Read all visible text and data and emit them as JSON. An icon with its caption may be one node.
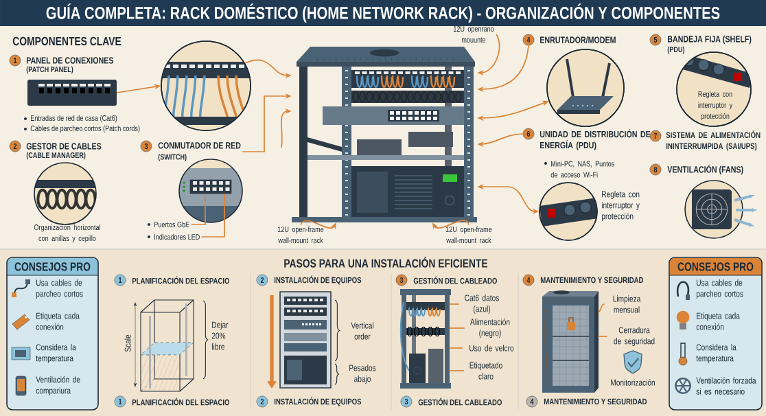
{
  "diagram": {
    "title": "GUÍA COMPLETA: RACK DOMÉSTICO (HOME NETWORK RACK) - ORGANIZACIÓN Y COMPONENTES",
    "nodes": [
      {
        "text": [
          "1"
        ]
      },
      {
        "text": [],
        "shape": "picture"
      },
      {
        "text": [],
        "shape": "circle"
      },
      {
        "text": [
          "2"
        ]
      },
      {
        "text": [
          "3"
        ]
      },
      {
        "text": [
          "CONMUTADOR DE RED",
          "(SWITCH)"
        ]
      },
      {
        "text": [],
        "shape": "box"
      },
      {
        "text": [
          "Puertos GbE"
        ]
      },
      {
        "text": [
          "Indicadores LED"
        ]
      },
      {
        "text": [
          "12U open-frame wall-mount rack"
        ]
      },
      {
        "text": [],
        "shape": "picture"
      },
      {
        "text": [
          "12U openrano mouunte"
        ]
      },
      {
        "text": [
          "12U open-frame wall-mount rack"
        ]
      },
      {
        "text": [
          "4"
        ]
      },
      {
        "text": [
          "ENRUTADOR/MODEM"
        ]
      },
      {
        "text": [],
        "shape": "circle"
      },
      {
        "text": [
          "5"
        ]
      },
      {
        "text": [
          "Regleta con interruptor y protección"
        ]
      },
      {
        "text": [
          "6"
        ]
      },
      {
        "text": [
          "UNIDAD DE DISTRIBUCIÓN DE ENERGÍA (PDU)"
        ]
      },
      {
        "text": [],
        "shape": "circle",
        "beside": [
          "Regleta con interruptor y protección"
        ]
      },
      {
        "text": [
          "7"
        ]
      },
      {
        "text": [
          "8"
        ]
      },
      {
        "text": [
          "CONSEJOS PRO",
          "Usa cables de parcheo cortos",
          "Etiqueta cada conexión",
          "Considera la temperatura",
          "Ventilación de compariura"
        ]
      },
      {
        "text": [
          "1"
        ]
      },
      {
        "text": [
          "2"
        ]
      },
      {
        "text": [
          "3"
        ]
      },
      {
        "text": [
          "4"
        ]
      },
      {
        "text": [],
        "shape": "picture"
      },
      {
        "text": [
          "Cat6 datos (azul)"
        ]
      },
      {
        "text": [
          "Alimentación (negro)"
        ]
      },
      {
        "text": [
          "Uso de velcro"
        ]
      },
      {
        "text": [
          "Etiquetado claro"
        ]
      },
      {
        "text": [],
        "shape": "picture"
      },
      {
        "text": [
          "Limpieza mensual"
        ]
      },
      {
        "text": [
          "Cerradura de seguridad"
        ]
      },
      {
        "text": [
          "1"
        ]
      },
      {
        "text": [
          "2"
        ]
      },
      {
        "text": [
          "3"
        ]
      },
      {
        "text": [
          "4"
        ]
      },
      {
        "text": [
          "CONSEJOS PRO",
          "Usa cables de parcheo cortos",
          "Etiqueta cada conexión",
          "Considera la temperatura",
          "Ventilación forzada si es necesario"
        ]
      }
    ],
    "edges": [
      {
        "from": 1,
        "to": 2,
        "arrow": "to"
      },
      {
        "from": 2,
        "to": 10,
        "arrow": "to"
      },
      {
        "from": 5,
        "to": 10,
        "arrow": "to"
      },
      {
        "from": null,
        "to": 10,
        "arrow": "to"
      },
      {
        "from": 7,
        "to": 6,
        "arrow": "none"
      },
      {
        "from": 8,
        "to": 6,
        "arrow": "none"
      },
      {
        "from": 9,
        "to": 10,
        "arrow": "to"
      },
      {
        "from": 11,
        "to": 10,
        "arrow": "to"
      },
      {
        "from": 12,
        "to": 10,
        "arrow": "to"
      },
      {
        "from": 13,
        "to": 10,
        "arrow": "to"
      },
      {
        "from": 10,
        "to": 15,
        "arrow": "both"
      },
      {
        "from": 18,
        "to": 10,
        "arrow": "to"
      },
      {
        "from": 10,
        "to": 20,
        "arrow": "both"
      },
      {
        "from": 29,
        "to": 28,
        "arrow": "none"
      },
      {
        "from": 30,
        "to": 28,
        "arrow": "none"
      },
      {
        "from": 31,
        "to": 28,
        "arrow": "none"
      },
      {
        "from": 32,
        "to": 28,
        "arrow": "none"
      },
      {
        "from": 34,
        "to": 33,
        "arrow": "none"
      },
      {
        "from": 35,
        "to": 33,
        "arrow": "none"
      }
    ],
    "labels": [
      "COMPONENTES CLAVE",
      "PANEL DE CONEXIONES",
      "(PATCH PANEL)",
      "Entradas de red de casa (Cat6)",
      "Cables de parcheo cortos (Patch cords)",
      "GESTOR DE CABLES",
      "(CABLE MANAGER)",
      "Organización horizontal con anillas y cepillo",
      "BANDEJA FIJA (SHELF)",
      "(PDU)",
      "Mini-PC, NAS, Puntos de acceso Wi-Fi",
      "SISTEMA DE ALIMENTACIÓN ININTERRUMPIDA (SAI/UPS)",
      "VENTILACIÓN (FANS)",
      "PASOS PARA UNA INSTALACIÓN EFICIENTE",
      "PLANIFICACIÓN DEL ESPACIO",
      "INSTALACIÓN DE EQUIPOS",
      "GESTIÓN DEL CABLEADO",
      "MANTENIMIENTO Y SEGURIDAD",
      "Scale",
      "Dejar 20% libre",
      "Vertical order",
      "Pesados abajo",
      "Monitorización",
      "PLANIFICACIÓN DEL ESPACIO",
      "INSTALACIÓN DE EQUIPOS",
      "GESTIÓN DEL CABLEADO",
      "MANTENIMIENTO Y SEGURIDAD"
    ]
  }
}
